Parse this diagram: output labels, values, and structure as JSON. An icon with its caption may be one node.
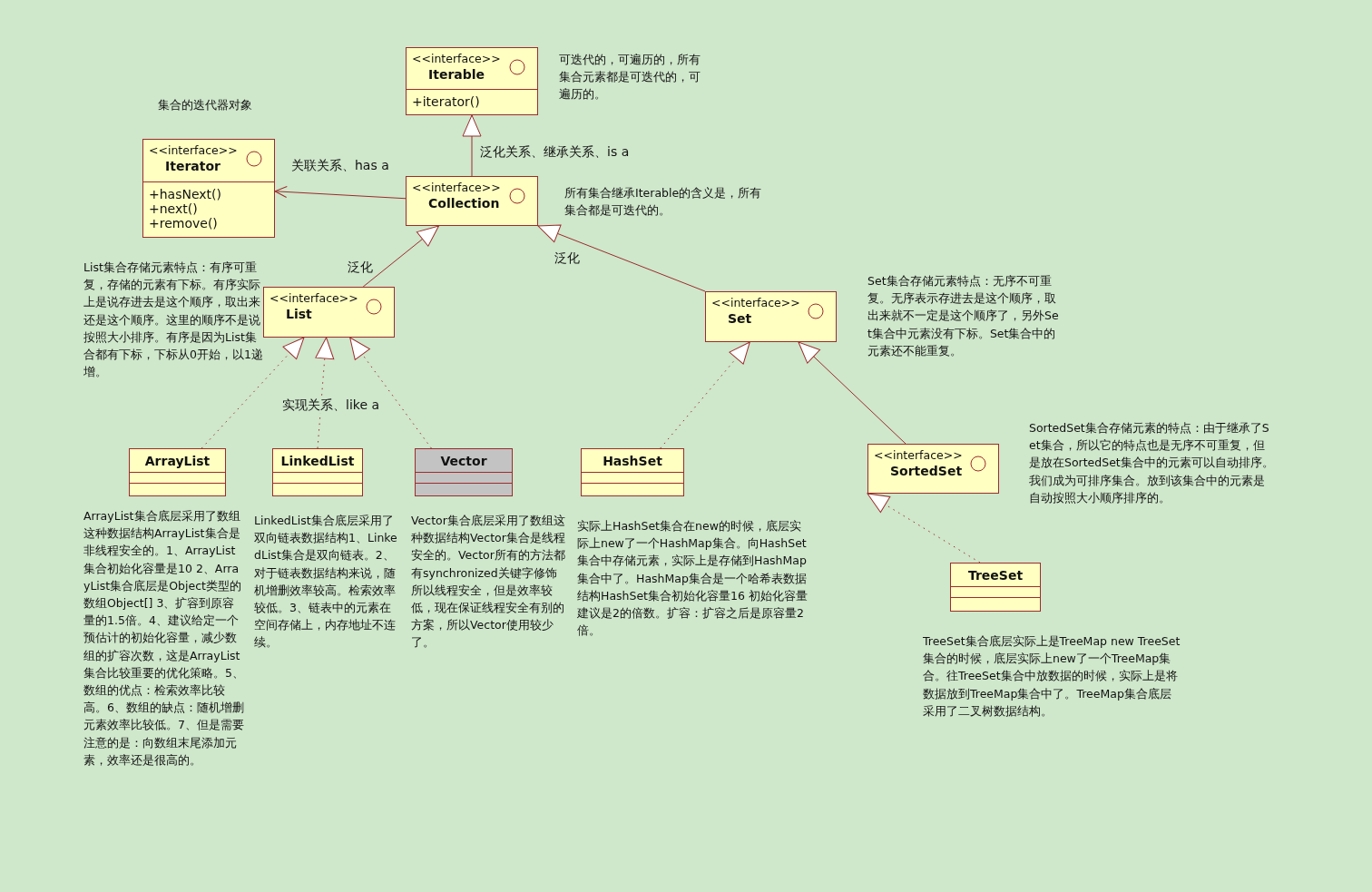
{
  "diagram": {
    "nodes": [
      {
        "text": [
          "<<interface>>",
          "Iterable",
          "+iterator()"
        ],
        "beside": [
          "可迭代的，可遍历的，所有集合元素都是可迭代的，可遍历的。"
        ]
      },
      {
        "text": [
          "<<interface>>",
          "Iterator",
          "+hasNext()",
          "+next()",
          "+remove()"
        ],
        "beside": [
          "集合的迭代器对象"
        ]
      },
      {
        "text": [
          "<<interface>>",
          "Collection"
        ],
        "beside": [
          "所有集合继承Iterable的含义是，所有集合都是可迭代的。"
        ]
      },
      {
        "text": [
          "<<interface>>",
          "List"
        ],
        "beside": [
          "List集合存储元素特点：有序可重复，存储的元素有下标。有序实际上是说存进去是这个顺序，取出来还是这个顺序。这里的顺序不是说按照大小排序。有序是因为List集合都有下标，下标从0开始，以1递增。"
        ]
      },
      {
        "text": [
          "<<interface>>",
          "Set"
        ],
        "beside": [
          "Set集合存储元素特点：无序不可重复。无序表示存进去是这个顺序，取出来就不一定是这个顺序了，另外Set集合中元素没有下标。Set集合中的元素还不能重复。"
        ]
      },
      {
        "text": [
          "ArrayList"
        ],
        "beside": [
          "ArrayList集合底层采用了数组这种数据结构ArrayList集合是非线程安全的。1、ArrayList集合初始化容量是10 2、ArrayList集合底层是Object类型的数组Object[] 3、扩容到原容量的1.5倍。4、建议给定一个预估计的初始化容量，减少数组的扩容次数，这是ArrayList集合比较重要的优化策略。5、数组的优点：检索效率比较高。6、数组的缺点：随机增删元素效率比较低。7、但是需要注意的是：向数组末尾添加元素，效率还是很高的。"
        ]
      },
      {
        "text": [
          "LinkedList"
        ],
        "beside": [
          "LinkedList集合底层采用了双向链表数据结构1、LinkedList集合是双向链表。2、对于链表数据结构来说，随机增删效率较高。检索效率较低。3、链表中的元素在空间存储上，内存地址不连续。"
        ]
      },
      {
        "text": [
          "Vector"
        ],
        "beside": [
          "Vector集合底层采用了数组这种数据结构Vector集合是线程安全的。Vector所有的方法都有synchronized关键字修饰所以线程安全，但是效率较低，现在保证线程安全有别的方案，所以Vector使用较少了。"
        ]
      },
      {
        "text": [
          "HashSet"
        ],
        "beside": [
          "实际上HashSet集合在new的时候，底层实际上new了一个HashMap集合。向HashSet集合中存储元素，实际上是存储到HashMap集合中了。HashMap集合是一个哈希表数据结构HashSet集合初始化容量16 初始化容量建议是2的倍数。扩容：扩容之后是原容量2倍。"
        ]
      },
      {
        "text": [
          "<<interface>>",
          "SortedSet"
        ],
        "beside": [
          "SortedSet集合存储元素的特点：由于继承了Set集合，所以它的特点也是无序不可重复，但是放在SortedSet集合中的元素可以自动排序。我们成为可排序集合。放到该集合中的元素是自动按照大小顺序排序的。"
        ]
      },
      {
        "text": [
          "TreeSet"
        ],
        "beside": [
          "TreeSet集合底层实际上是TreeMap new TreeSet集合的时候，底层实际上new了一个TreeMap集合。往TreeSet集合中放数据的时候，实际上是将数据放到TreeMap集合中了。TreeMap集合底层采用了二叉树数据结构。"
        ]
      }
    ],
    "edges": [
      {
        "from": 2,
        "to": 0,
        "arrow": "to",
        "label": "泛化关系、继承关系、is a"
      },
      {
        "from": 2,
        "to": 1,
        "arrow": "to",
        "label": "关联关系、has a"
      },
      {
        "from": 3,
        "to": 2,
        "arrow": "to",
        "label": "泛化"
      },
      {
        "from": 4,
        "to": 2,
        "arrow": "to",
        "label": "泛化"
      },
      {
        "from": 5,
        "to": 3,
        "arrow": "to",
        "style": "dashed"
      },
      {
        "from": 6,
        "to": 3,
        "arrow": "to",
        "style": "dashed",
        "label": "实现关系、like a"
      },
      {
        "from": 7,
        "to": 3,
        "arrow": "to",
        "style": "dashed"
      },
      {
        "from": 8,
        "to": 4,
        "arrow": "to",
        "style": "dashed"
      },
      {
        "from": 9,
        "to": 4,
        "arrow": "to"
      },
      {
        "from": 10,
        "to": 9,
        "arrow": "to",
        "style": "dashed"
      }
    ]
  }
}
